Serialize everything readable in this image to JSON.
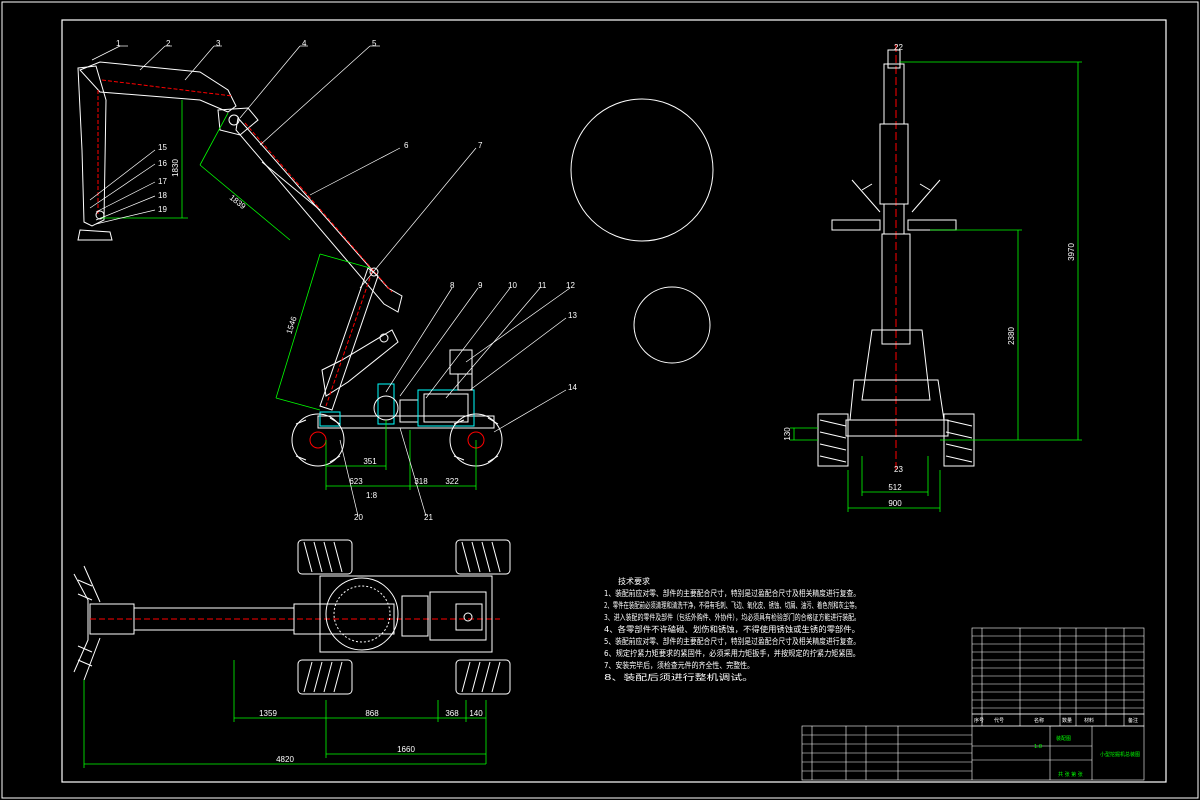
{
  "dimensions": {
    "side_arm_upper": "1830",
    "side_arm_diag": "1839",
    "side_lower_link": "1546",
    "side_wheel_offset": "351",
    "side_wheelbase_left": "623",
    "side_mid": "318",
    "side_right": "322",
    "front_total_height": "3970",
    "front_mast_height": "2380",
    "front_ground": "130",
    "front_track_inner": "512",
    "front_track_outer": "900",
    "plan_a": "1359",
    "plan_b": "868",
    "plan_c": "368",
    "plan_d": "140",
    "plan_e": "1660",
    "plan_total": "4820",
    "scale_note": "1:8"
  },
  "balloons": [
    "1",
    "2",
    "3",
    "4",
    "5",
    "6",
    "7",
    "8",
    "9",
    "10",
    "11",
    "12",
    "13",
    "14",
    "15",
    "16",
    "17",
    "18",
    "19",
    "20",
    "21",
    "22",
    "23"
  ],
  "notes": {
    "title": "技术要求",
    "items": [
      "1、装配前应对零、部件的主要配合尺寸，特别是过盈配合尺寸及相关精度进行复查。",
      "2、零件在装配前必须清理和清洗干净，不得有毛刺、飞边、氧化皮、锈蚀、切屑、油污、着色剂和灰尘等。",
      "3、进入装配的零件及部件（包括外购件、外协件），均必须具有检验部门的合格证方能进行装配。",
      "4、各零部件不许磕碰、划伤和锈蚀，不得使用锈蚀或生锈的零部件。",
      "5、装配前应对零、部件的主要配合尺寸，特别是过盈配合尺寸及相关精度进行复查。",
      "6、规定拧紧力矩要求的紧固件，必须采用力矩扳手，并按规定的拧紧力矩紧固。",
      "7、安装完毕后，须检查元件的齐全性、完整性。",
      "8、装配后须进行整机调试。"
    ]
  },
  "titleblock": {
    "drawing_title": "小型挖掘机总装图",
    "company": "装配图",
    "scale": "1:8",
    "sheet": "共 张 第 张",
    "columns": [
      "序号",
      "代号",
      "名称",
      "数量",
      "材料",
      "备注"
    ]
  },
  "colors": {
    "line": "#ffffff",
    "dim": "#00ff00",
    "hidden": "#ff0000",
    "accent": "#00ffff"
  }
}
